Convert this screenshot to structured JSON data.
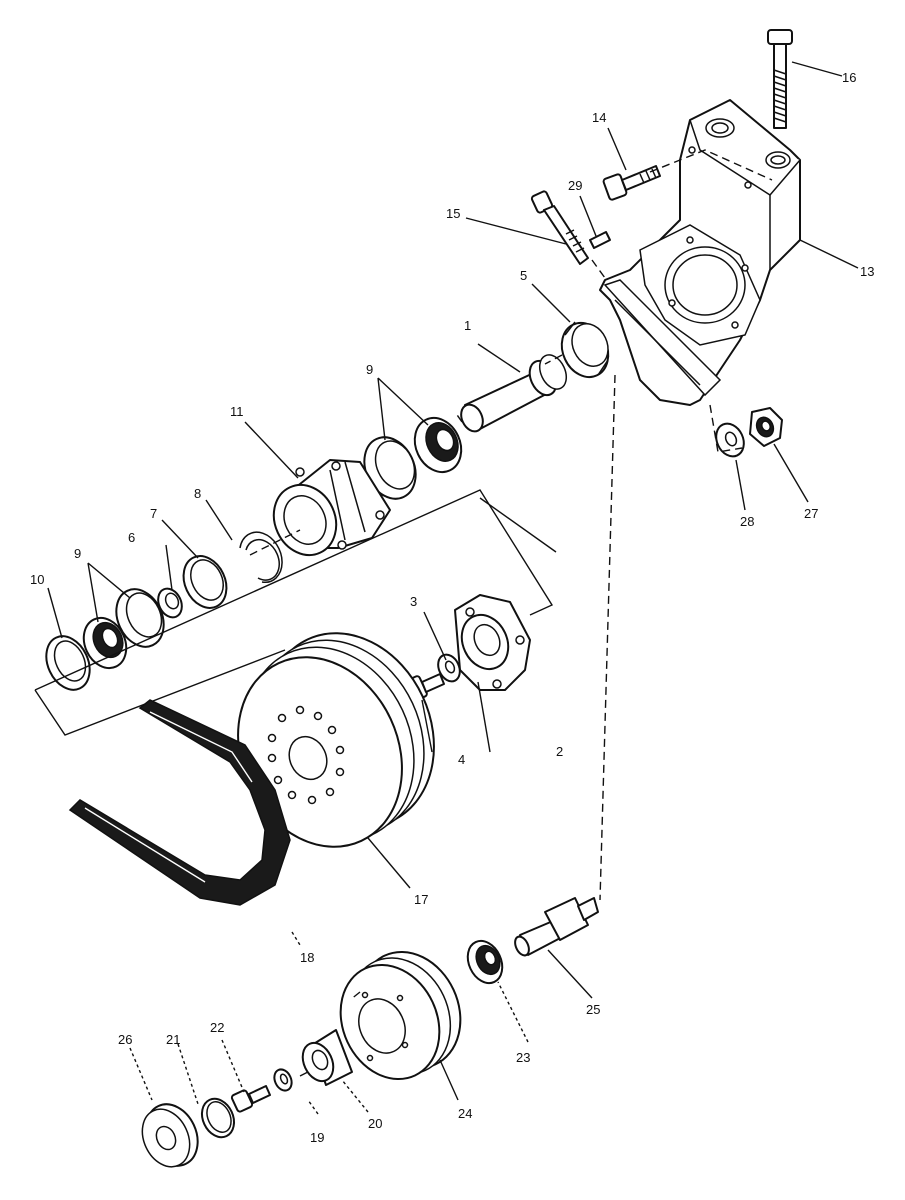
{
  "labels": {
    "l1": "1",
    "l2": "2",
    "l3": "3",
    "l4": "4",
    "l5": "5",
    "l6": "6",
    "l7": "7",
    "l8": "8",
    "l9a": "9",
    "l9b": "9",
    "l10": "10",
    "l11": "11",
    "l13": "13",
    "l14": "14",
    "l15": "15",
    "l16": "16",
    "l17": "17",
    "l18": "18",
    "l19": "19",
    "l20": "20",
    "l21": "21",
    "l22": "22",
    "l23": "23",
    "l24": "24",
    "l25": "25",
    "l26": "26",
    "l27": "27",
    "l28": "28",
    "l29": "29"
  }
}
